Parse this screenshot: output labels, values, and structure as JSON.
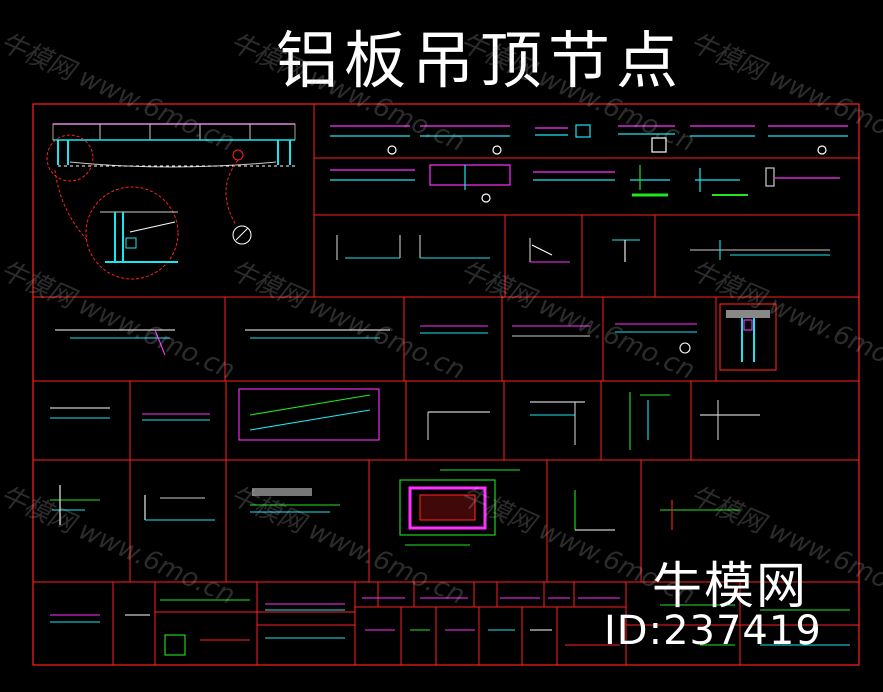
{
  "drawing": {
    "title": "铝板吊顶节点"
  },
  "watermark": {
    "text": "牛模网 www.6mo.cn"
  },
  "brand": {
    "name": "牛模网",
    "id_label": "ID:237419"
  },
  "colors": {
    "background": "#000000",
    "frame": "#ff2020",
    "cyan": "#19e6f0",
    "magenta": "#ff30ff",
    "green": "#21e521",
    "white": "#ffffff",
    "yellow": "#e8e820"
  }
}
